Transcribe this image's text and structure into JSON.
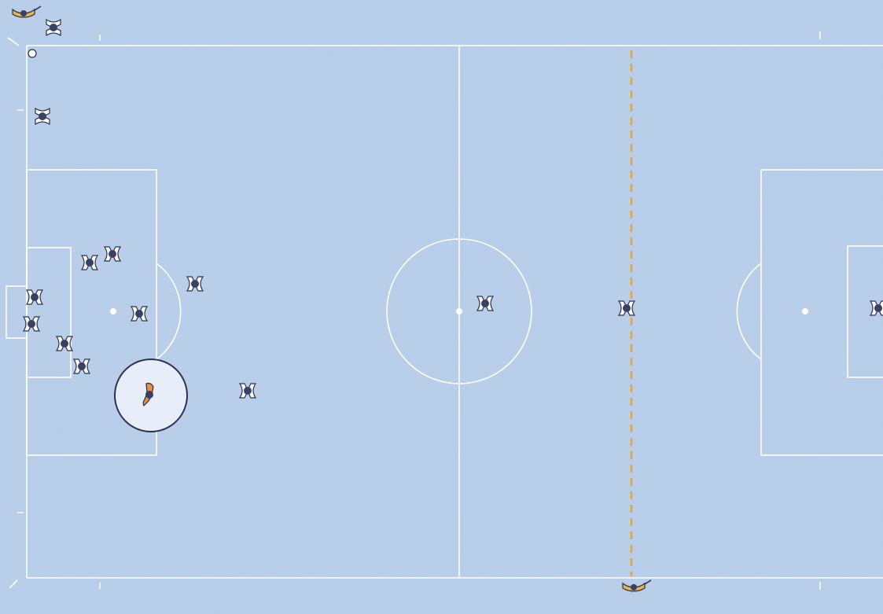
{
  "colors": {
    "pitch": "#b5cbe8",
    "pitch_shade": "#aec6e6",
    "lines": "#ffffff",
    "player_fill": "#ffffff",
    "player_outline": "#2a2f4a",
    "player_head": "#3a3f66",
    "highlight_fill": "#e7eef9",
    "highlight_ring": "#2b3050",
    "highlighted_player": "#e8913a",
    "offside_line": "#e3a53c",
    "officials": "#e8b54a"
  },
  "players": [
    {
      "id": "keeper",
      "icon": "player-icon"
    },
    {
      "id": "defender-1",
      "icon": "player-icon"
    },
    {
      "id": "defender-2",
      "icon": "player-icon"
    },
    {
      "id": "defender-3",
      "icon": "player-icon"
    },
    {
      "id": "defender-4",
      "icon": "player-icon"
    },
    {
      "id": "defender-5",
      "icon": "player-icon"
    },
    {
      "id": "defender-6",
      "icon": "player-icon"
    },
    {
      "id": "midfield-1",
      "icon": "player-icon"
    },
    {
      "id": "midfield-2",
      "icon": "player-icon"
    },
    {
      "id": "midfield-3",
      "icon": "player-icon"
    },
    {
      "id": "center",
      "icon": "player-icon"
    },
    {
      "id": "forward-offside-line",
      "icon": "player-icon"
    },
    {
      "id": "far-right",
      "icon": "player-icon"
    },
    {
      "id": "touchline-left",
      "icon": "player-icon"
    },
    {
      "id": "corner-top",
      "icon": "player-icon"
    },
    {
      "id": "highlighted-attacker",
      "icon": "highlighted-player-icon"
    }
  ],
  "officials": [
    {
      "id": "assistant-referee-top",
      "icon": "assistant-referee-icon"
    },
    {
      "id": "assistant-referee-bottom",
      "icon": "assistant-referee-icon"
    }
  ]
}
